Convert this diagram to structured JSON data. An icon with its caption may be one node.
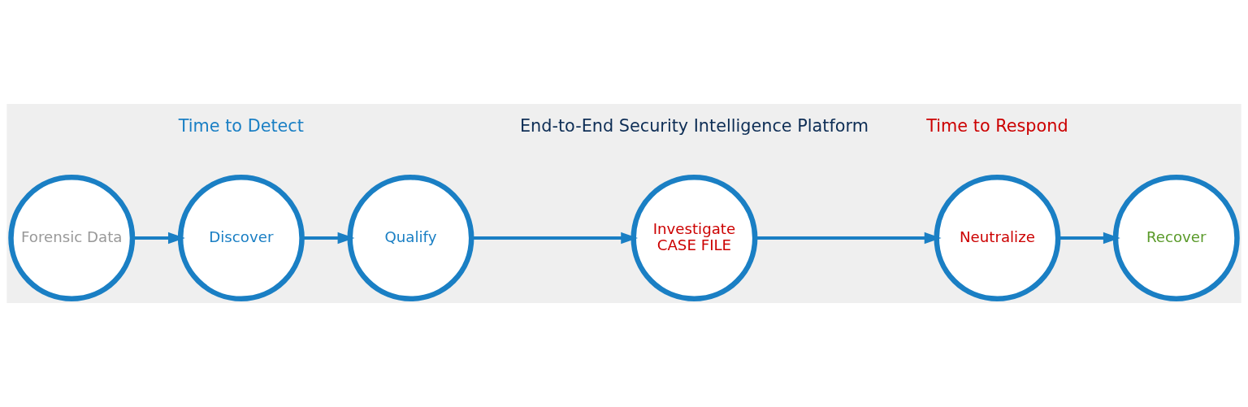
{
  "diagram": {
    "nodes": [
      {
        "text": [
          "Forensic Data"
        ]
      },
      {
        "text": [
          "Discover"
        ]
      },
      {
        "text": [
          "Qualify"
        ]
      },
      {
        "text": [
          "Investigate",
          "CASE FILE"
        ]
      },
      {
        "text": [
          "Neutralize"
        ]
      },
      {
        "text": [
          "Recover"
        ]
      }
    ],
    "edges": [
      {
        "from": 0,
        "to": 1,
        "arrow": "to"
      },
      {
        "from": 1,
        "to": 2,
        "arrow": "to"
      },
      {
        "from": 2,
        "to": 3,
        "arrow": "to"
      },
      {
        "from": 3,
        "to": 4,
        "arrow": "to"
      },
      {
        "from": 4,
        "to": 5,
        "arrow": "to"
      }
    ],
    "labels": [
      "Time to Detect",
      "Time to Respond",
      "End-to-End Security Intelligence Platform"
    ]
  }
}
